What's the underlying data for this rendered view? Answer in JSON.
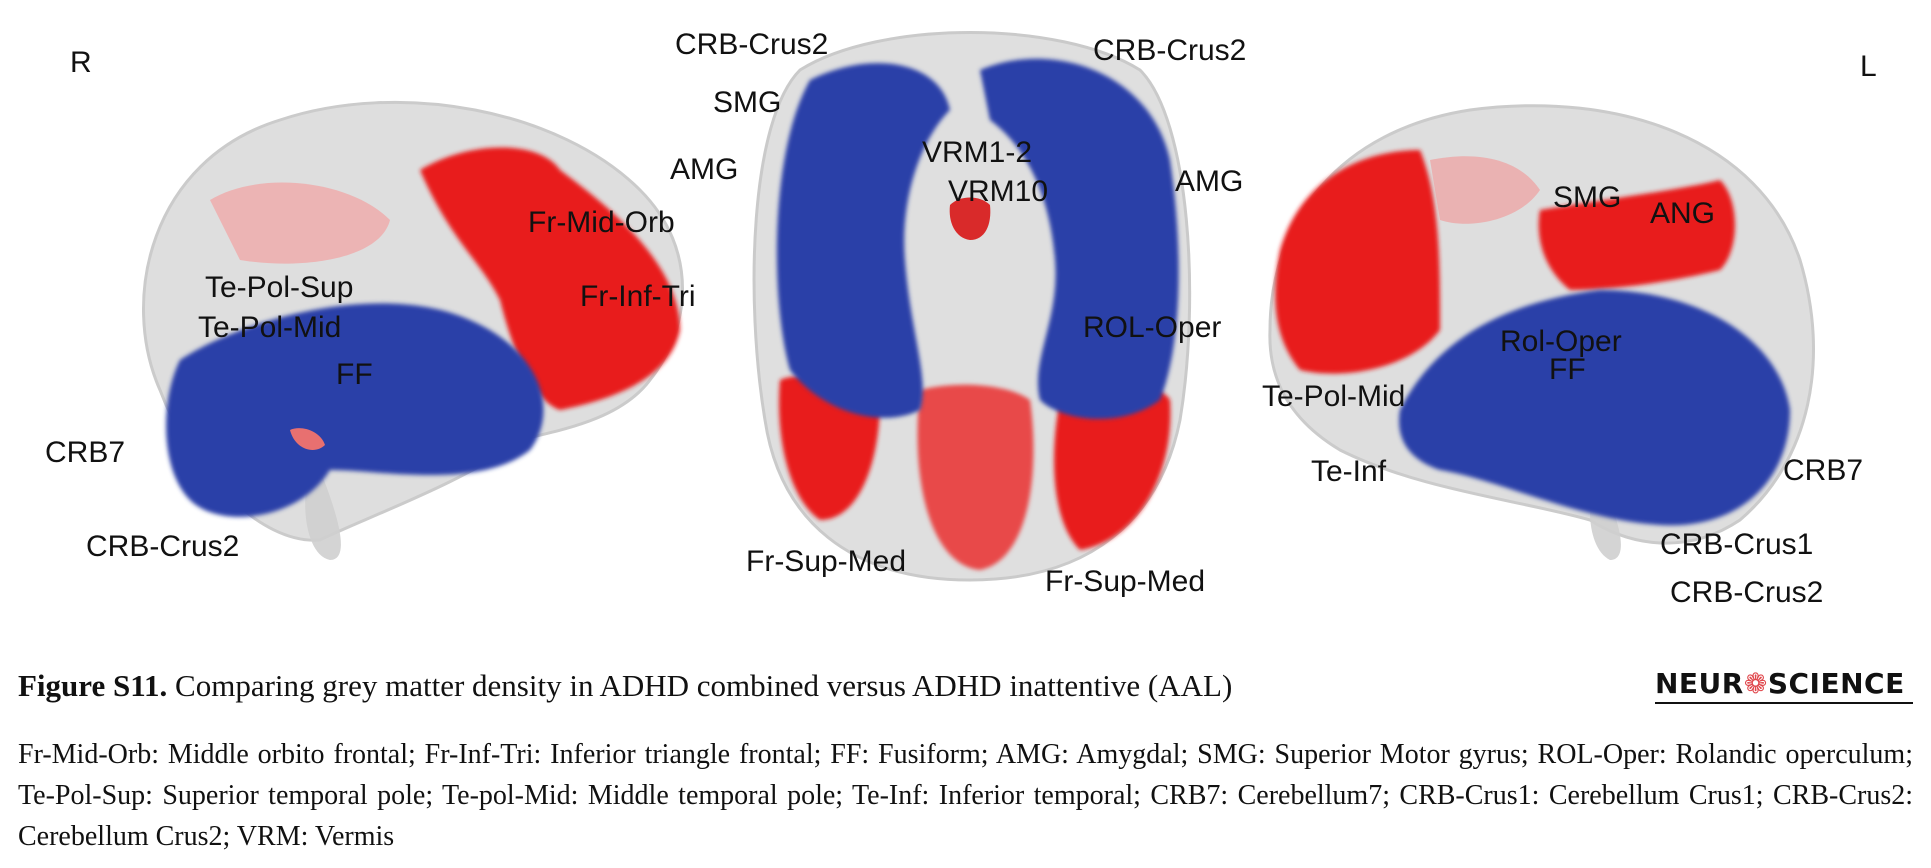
{
  "figure": {
    "orientation_left": "R",
    "orientation_right": "L",
    "labels": {
      "r_fr_mid_orb": "Fr-Mid-Orb",
      "r_fr_inf_tri": "Fr-Inf-Tri",
      "r_te_pol_sup": "Te-Pol-Sup",
      "r_te_pol_mid": "Te-Pol-Mid",
      "r_ff": "FF",
      "r_crb7": "CRB7",
      "r_crb_crus2": "CRB-Crus2",
      "c_crb_crus2_left": "CRB-Crus2",
      "c_crb_crus2_right": "CRB-Crus2",
      "c_smg": "SMG",
      "c_amg_left": "AMG",
      "c_amg_right": "AMG",
      "c_vrm1_2": "VRM1-2",
      "c_vrm10": "VRM10",
      "c_rol_oper": "ROL-Oper",
      "c_fr_sup_med_left": "Fr-Sup-Med",
      "c_fr_sup_med_right": "Fr-Sup-Med",
      "l_smg": "SMG",
      "l_ang": "ANG",
      "l_rol_oper": "Rol-Oper",
      "l_ff": "FF",
      "l_te_pol_mid": "Te-Pol-Mid",
      "l_te_inf": "Te-Inf",
      "l_crb7": "CRB7",
      "l_crb_crus1": "CRB-Crus1",
      "l_crb_crus2": "CRB-Crus2"
    }
  },
  "caption": {
    "figure_id": "Figure S11.",
    "title": "Comparing grey matter density in ADHD combined versus ADHD inattentive (AAL)"
  },
  "brand": {
    "prefix": "NEUR",
    "mark": "❁",
    "suffix": "SCIENCE"
  },
  "legend": {
    "text": "Fr-Mid-Orb: Middle orbito frontal; Fr-Inf-Tri: Inferior triangle frontal; FF: Fusiform; AMG: Amygdal; SMG: Superior Motor gyrus; ROL-Oper: Rolandic operculum; Te-Pol-Sup: Superior temporal pole; Te-pol-Mid: Middle temporal pole; Te-Inf: Inferior temporal; CRB7: Cerebellum7; CRB-Crus1: Cerebellum Crus1; CRB-Crus2: Cerebellum Crus2; VRM: Vermis"
  },
  "colors": {
    "brain_grey": "#d4d4d4",
    "region_red": "#e81c1c",
    "region_blue": "#2a3fa8"
  }
}
